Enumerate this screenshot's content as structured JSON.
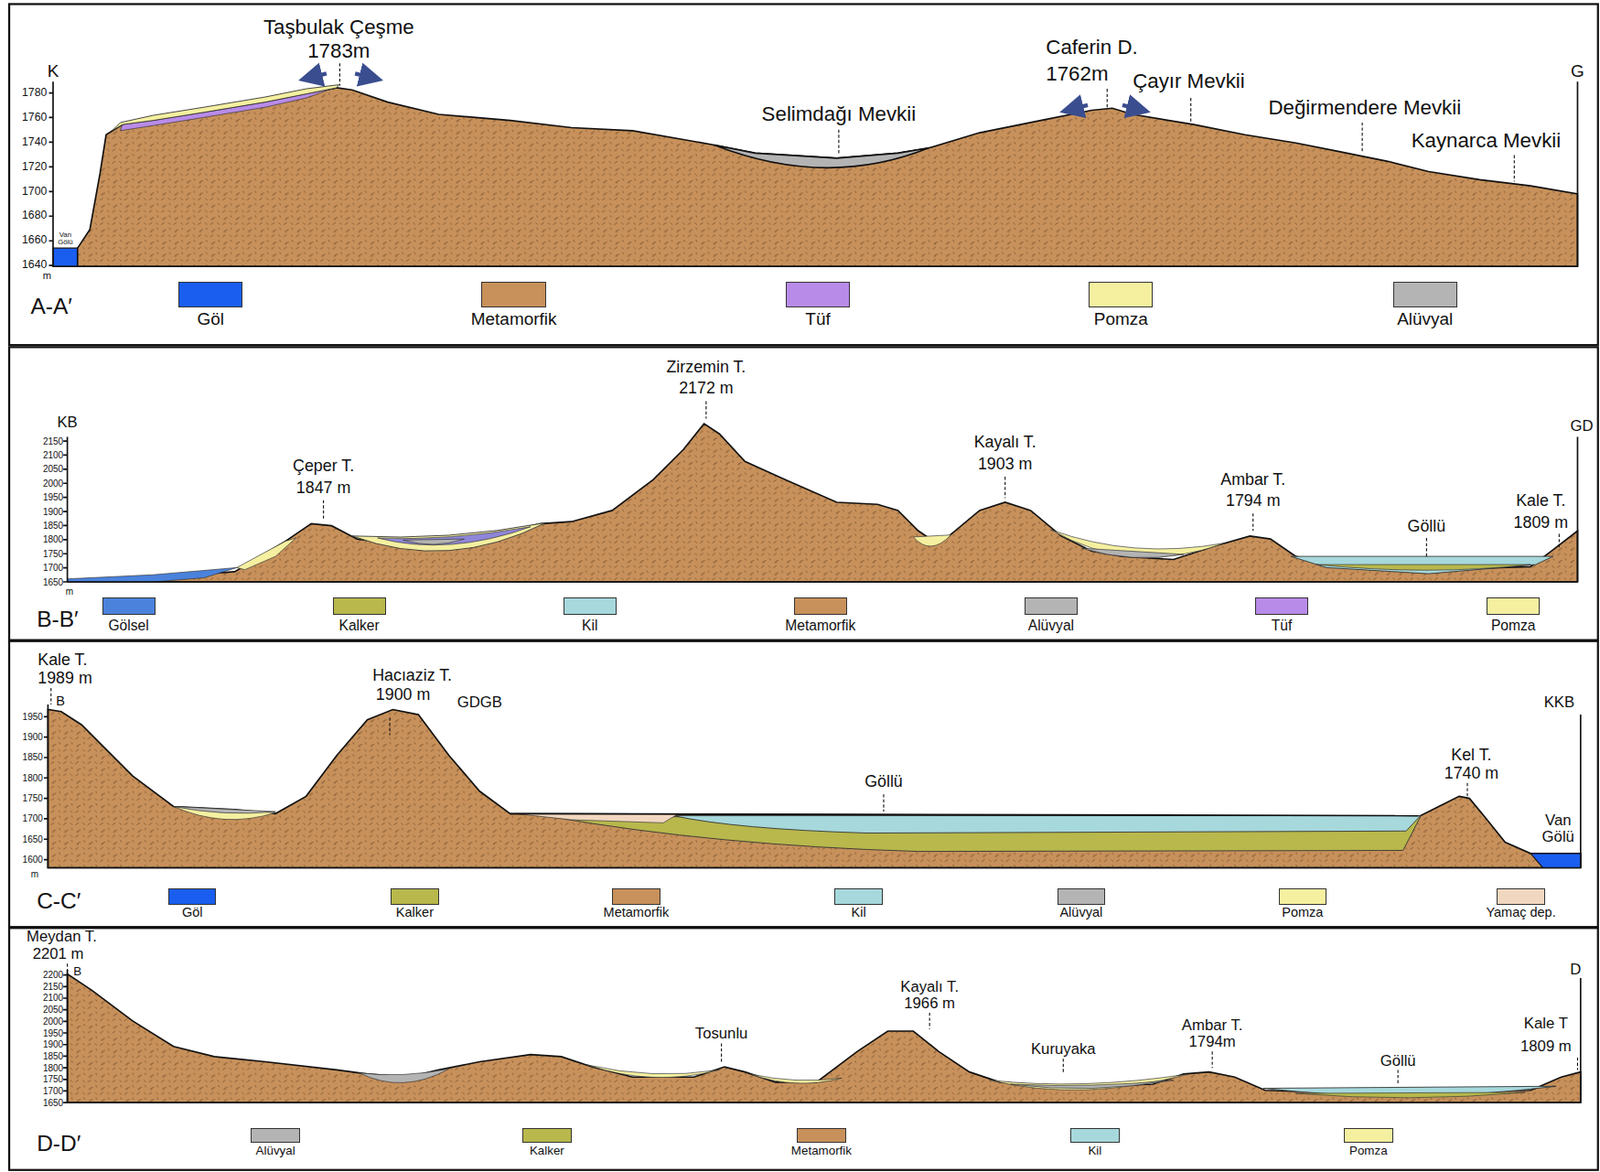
{
  "diagram": {
    "labels": [
      "Taşbulak Çeşme",
      "1783m",
      "K",
      "G",
      "1780",
      "1760",
      "1740",
      "1720",
      "1700",
      "1680",
      "1660",
      "1640",
      "m",
      "Van Gölü",
      "Selimdağı Mevkii",
      "Caferin D.",
      "1762m",
      "Çayır Mevkii",
      "Değirmendere Mevkii",
      "Kaynarca Mevkii",
      "A-A′",
      "KB",
      "GD",
      "2150",
      "2100",
      "2050",
      "2000",
      "1950",
      "1900",
      "1850",
      "1800",
      "1750",
      "1700",
      "1650",
      "m",
      "Çeper T.",
      "1847 m",
      "Zirzemin T.",
      "2172 m",
      "Kayalı T.",
      "1903 m",
      "Ambar T.",
      "1794 m",
      "Göllü",
      "Kale T.",
      "1809 m",
      "B-B′",
      "Kale T.",
      "1989 m",
      "B",
      "Hacıaziz T.",
      "1900 m",
      "GDGB",
      "KKB",
      "1950",
      "1900",
      "1850",
      "1800",
      "1750",
      "1700",
      "1650",
      "1600",
      "m",
      "Göllü",
      "Kel T.",
      "1740 m",
      "Van Gölü",
      "C-C′",
      "Meydan T.",
      "2201 m",
      "B",
      "D",
      "2200",
      "2150",
      "2100",
      "2050",
      "2000",
      "1950",
      "1900",
      "1850",
      "1800",
      "1750",
      "1700",
      "1650",
      "Tosunlu",
      "Kayalı T.",
      "1966 m",
      "Kuruyaka",
      "Ambar T.",
      "1794m",
      "Göllü",
      "Kale T",
      "1809 m",
      "D-D′"
    ],
    "legend": [
      {
        "text": "Göl",
        "color": "#1a5ef0"
      },
      {
        "text": "Metamorfik",
        "color": "#c8915b"
      },
      {
        "text": "Tüf",
        "color": "#b98be8"
      },
      {
        "text": "Pomza",
        "color": "#f5f0a0"
      },
      {
        "text": "Alüvyal",
        "color": "#b4b4b4"
      },
      {
        "text": "Gölsel",
        "color": "#4a82dc"
      },
      {
        "text": "Kalker",
        "color": "#b8b84c"
      },
      {
        "text": "Kil",
        "color": "#a6d8dc"
      },
      {
        "text": "Metamorfik",
        "color": "#c8915b"
      },
      {
        "text": "Alüvyal",
        "color": "#b4b4b4"
      },
      {
        "text": "Tüf",
        "color": "#b98be8"
      },
      {
        "text": "Pomza",
        "color": "#f5f0a0"
      },
      {
        "text": "Göl",
        "color": "#1a5ef0"
      },
      {
        "text": "Kalker",
        "color": "#b8b84c"
      },
      {
        "text": "Metamorfik",
        "color": "#c8915b"
      },
      {
        "text": "Kil",
        "color": "#a6d8dc"
      },
      {
        "text": "Alüvyal",
        "color": "#b4b4b4"
      },
      {
        "text": "Pomza",
        "color": "#f5f0a0"
      },
      {
        "text": "Yamaç dep.",
        "color": "#f2d7c0"
      },
      {
        "text": "Alüvyal",
        "color": "#b4b4b4"
      },
      {
        "text": "Kalker",
        "color": "#b8b84c"
      },
      {
        "text": "Metamorfik",
        "color": "#c8915b"
      },
      {
        "text": "Kil",
        "color": "#a6d8dc"
      },
      {
        "text": "Pomza",
        "color": "#f5f0a0"
      }
    ]
  }
}
